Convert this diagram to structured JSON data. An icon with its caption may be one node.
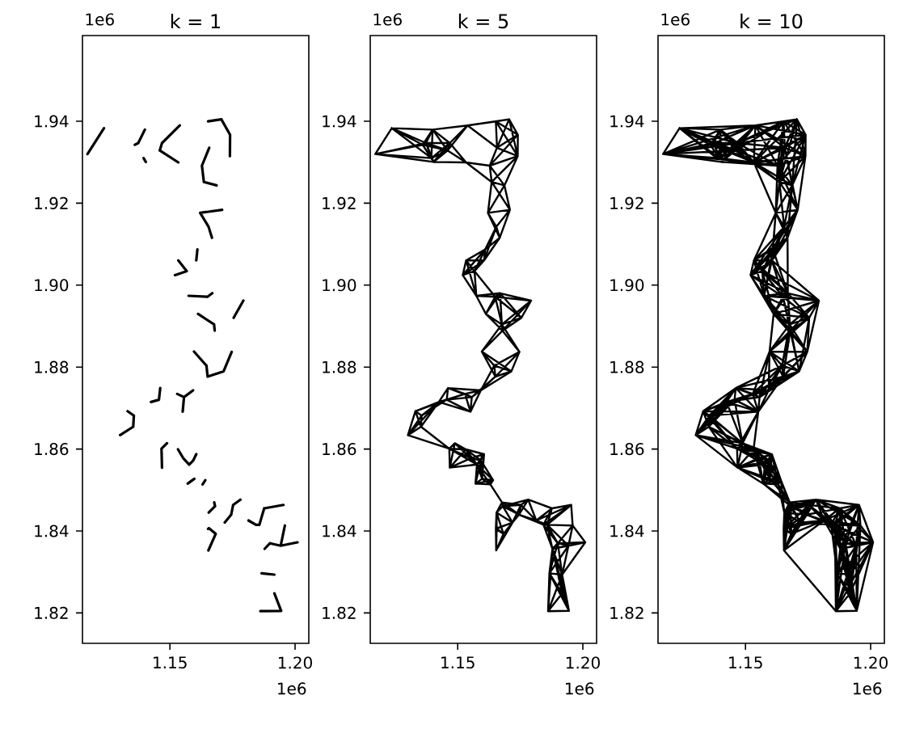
{
  "diagram": {
    "labels": [
      "k = 1",
      "1e6",
      "1.94",
      "1.92",
      "1.90",
      "1.88",
      "1.86",
      "1.84",
      "1.82",
      "1.15",
      "1.20",
      "1e6",
      "k = 5",
      "1e6",
      "1.94",
      "1.92",
      "1.90",
      "1.88",
      "1.86",
      "1.84",
      "1.82",
      "1.15",
      "1.20",
      "1e6",
      "k = 10",
      "1e6",
      "1.94",
      "1.92",
      "1.90",
      "1.88",
      "1.86",
      "1.84",
      "1.82",
      "1.15",
      "1.20",
      "1e6"
    ]
  }
}
